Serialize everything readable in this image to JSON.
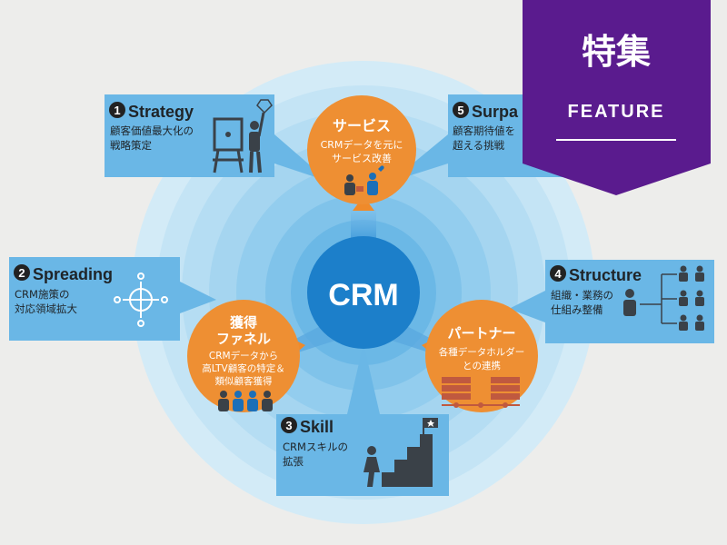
{
  "center": {
    "label": "CRM"
  },
  "orange_nodes": {
    "service": {
      "title": "サービス",
      "lines": [
        "CRMデータを元に",
        "サービス改善"
      ]
    },
    "funnel": {
      "title_lines": [
        "獲得",
        "ファネル"
      ],
      "lines": [
        "CRMデータから",
        "高LTV顧客の特定＆",
        "類似顧客獲得"
      ]
    },
    "partner": {
      "title": "パートナー",
      "lines": [
        "各種データホルダー",
        "との連携"
      ]
    }
  },
  "cards": {
    "strategy": {
      "number": "1",
      "title": "Strategy",
      "lines": [
        "顧客価値最大化の",
        "戦略策定"
      ]
    },
    "spreading": {
      "number": "2",
      "title": "Spreading",
      "lines": [
        "CRM施策の",
        "対応領域拡大"
      ]
    },
    "skill": {
      "number": "3",
      "title": "Skill",
      "lines": [
        "CRMスキルの",
        "拡張"
      ]
    },
    "structure": {
      "number": "4",
      "title": "Structure",
      "lines": [
        "組織・業務の",
        "仕組み整備"
      ]
    },
    "surpass": {
      "number": "5",
      "title": "Surpa",
      "lines": [
        "顧客期待値を",
        "超える挑戦"
      ]
    }
  },
  "banner": {
    "title": "特集",
    "subtitle": "FEATURE"
  },
  "colors": {
    "background": "#ededeb",
    "card": "#6ab7e6",
    "orange": "#ee8f33",
    "center": "#1c7fca",
    "banner": "#5a1b8e",
    "dark_icon": "#3a4148"
  }
}
